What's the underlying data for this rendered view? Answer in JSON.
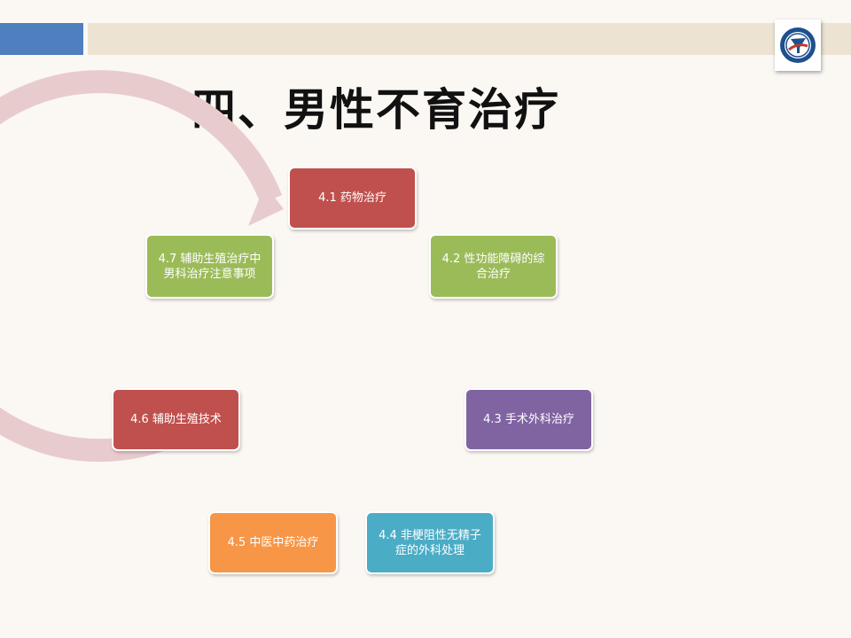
{
  "title": "四、男性不育治疗",
  "logo_icon": "school-emblem-icon",
  "colors": {
    "header_blue": "#4f7fbf",
    "header_beige": "#ece3d3",
    "ring": "#e8cccd",
    "node_red": "#c0504d",
    "node_green": "#9bbb59",
    "node_purple": "#8064a2",
    "node_teal": "#4bacc6",
    "node_orange": "#f79646"
  },
  "cycle": {
    "nodes": [
      {
        "label": "4.1 药物治疗"
      },
      {
        "label": "4.2 性功能障碍的综合治疗"
      },
      {
        "label": "4.3 手术外科治疗"
      },
      {
        "label": "4.4 非梗阻性无精子症的外科处理"
      },
      {
        "label": "4.5 中医中药治疗"
      },
      {
        "label": "4.6 辅助生殖技术"
      },
      {
        "label": "4.7 辅助生殖治疗中男科治疗注意事项"
      }
    ]
  }
}
